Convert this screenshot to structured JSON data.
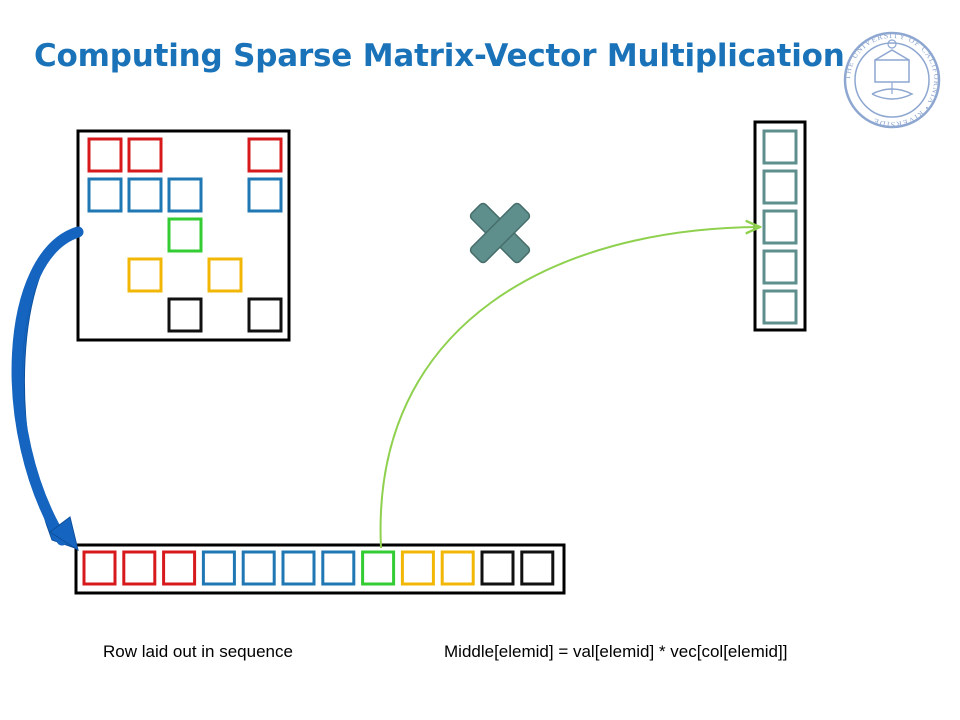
{
  "slide": {
    "title": "Computing Sparse Matrix-Vector Multiplication",
    "caption_left": "Row laid out in sequence",
    "caption_right": "Middle[elemid]  =  val[elemid]  * vec[col[elemid]]"
  },
  "colors": {
    "title": "#1a73b8",
    "red": "#d7191c",
    "blue": "#1f77b4",
    "green": "#33cc33",
    "yellow": "#f2b705",
    "black": "#111111",
    "teal": "#5f8f8c",
    "arrow_blue": "#1565c0",
    "arrow_green": "#8fd14f"
  },
  "matrix": {
    "rows": [
      {
        "color": "red",
        "cols": [
          0,
          1,
          4
        ]
      },
      {
        "color": "blue",
        "cols": [
          0,
          1,
          2,
          4
        ]
      },
      {
        "color": "green",
        "cols": [
          2
        ]
      },
      {
        "color": "yellow",
        "cols": [
          1,
          3
        ]
      },
      {
        "color": "black",
        "cols": [
          2,
          4
        ]
      }
    ]
  },
  "sequence": [
    "red",
    "red",
    "red",
    "blue",
    "blue",
    "blue",
    "blue",
    "green",
    "yellow",
    "yellow",
    "black",
    "black"
  ],
  "vector": {
    "length": 5,
    "color": "teal"
  },
  "operator": {
    "icon": "multiply-x-icon"
  },
  "logo": {
    "name": "uc-riverside-seal",
    "text": "THE UNIVERSITY OF CALIFORNIA • RIVERSIDE"
  }
}
